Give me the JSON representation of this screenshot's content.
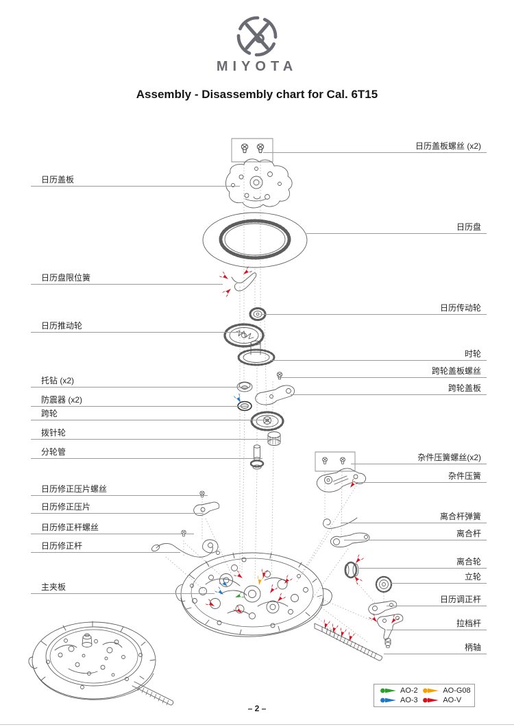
{
  "header": {
    "brand": "MIYOTA",
    "title": "Assembly - Disassembly chart for Cal. 6T15"
  },
  "labels_left": [
    {
      "text": "日历盖板"
    },
    {
      "text": "日历盘限位簧"
    },
    {
      "text": "日历推动轮"
    },
    {
      "text": "托钻 (x2)"
    },
    {
      "text": "防震器 (x2)"
    },
    {
      "text": "跨轮"
    },
    {
      "text": "拨针轮"
    },
    {
      "text": "分轮管"
    },
    {
      "text": "日历修正压片螺丝"
    },
    {
      "text": "日历修正压片"
    },
    {
      "text": "日历修正杆螺丝"
    },
    {
      "text": "日历修正杆"
    },
    {
      "text": "主夹板"
    }
  ],
  "labels_right": [
    {
      "text": "日历盖板螺丝 (x2)"
    },
    {
      "text": "日历盘"
    },
    {
      "text": "日历传动轮"
    },
    {
      "text": "时轮"
    },
    {
      "text": "跨轮盖板螺丝"
    },
    {
      "text": "跨轮盖板"
    },
    {
      "text": "杂件压簧螺丝(x2)"
    },
    {
      "text": "杂件压簧"
    },
    {
      "text": "离合杆弹簧"
    },
    {
      "text": "离合杆"
    },
    {
      "text": "离合轮"
    },
    {
      "text": "立轮"
    },
    {
      "text": "日历调正杆"
    },
    {
      "text": "拉档杆"
    },
    {
      "text": "柄轴"
    }
  ],
  "legend": {
    "items": [
      {
        "label": "AO-2",
        "color": "#2aa02a"
      },
      {
        "label": "AO-G08",
        "color": "#f6a000"
      },
      {
        "label": "AO-3",
        "color": "#1d78c4"
      },
      {
        "label": "AO-V",
        "color": "#d31420"
      }
    ]
  },
  "footer": {
    "page_number": "– 2 –"
  }
}
